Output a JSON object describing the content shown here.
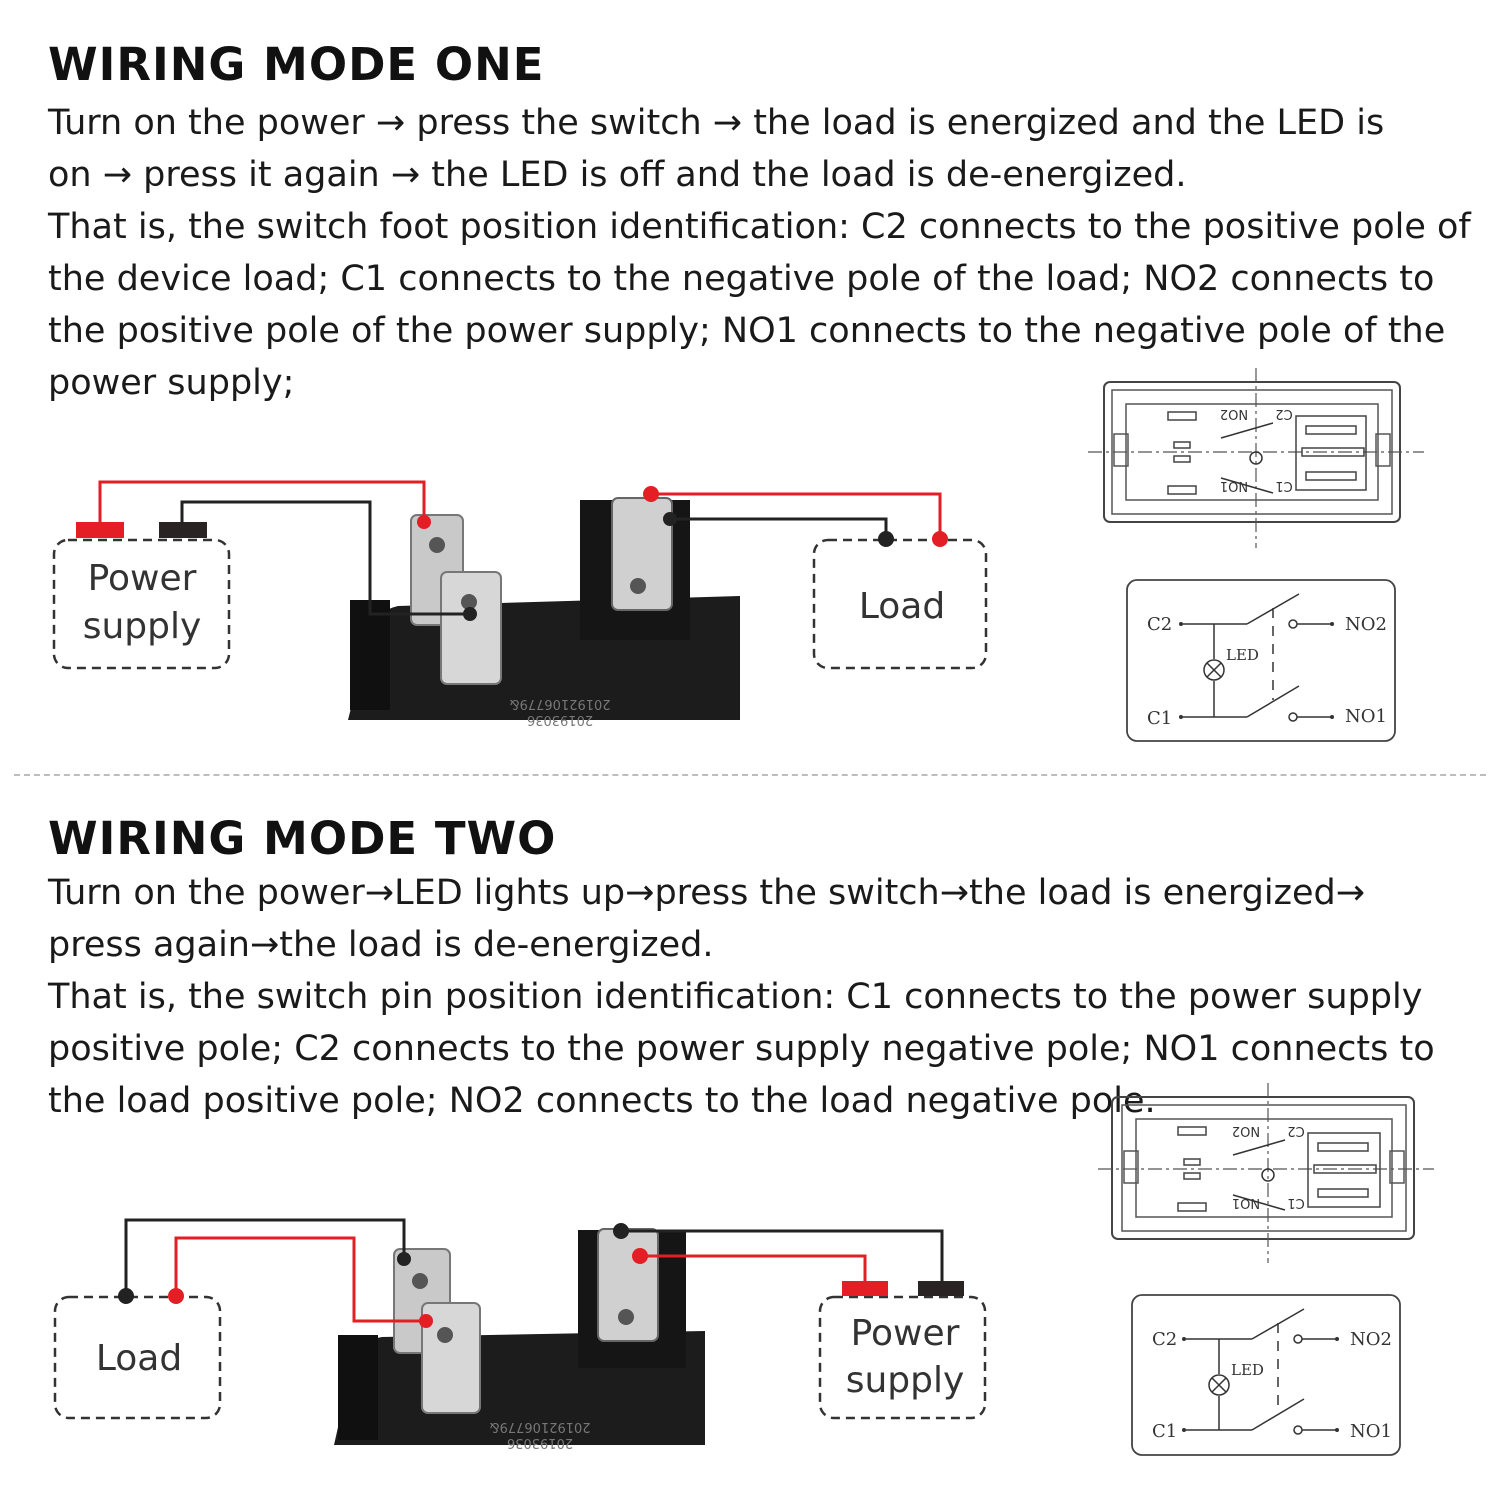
{
  "mode_one": {
    "title": "WIRING MODE ONE",
    "paragraph1": "Turn on the power → press the switch → the load is energized and the LED is on → press it again → the LED is off and the load is de-energized.",
    "paragraph2": "That is, the switch foot position identification: C2 connects to the positive pole of the device load; C1 connects to the negative pole of the load; NO2 connects to the positive pole of the power supply; NO1 connects to the negative pole of the power supply;",
    "power_label_line1": "Power",
    "power_label_line2": "supply",
    "load_label": "Load"
  },
  "mode_two": {
    "title": "WIRING MODE TWO",
    "paragraph1": "Turn on the power→LED lights up→press the switch→the load is energized→ press again→the load is de-energized.",
    "paragraph2": "That is, the switch pin position identification: C1 connects to the power supply positive pole; C2 connects to the power supply negative pole; NO1 connects to the load positive pole; NO2 connects to the load negative pole.",
    "power_label_line1": "Power",
    "power_label_line2": "supply",
    "load_label": "Load"
  },
  "schematic": {
    "c2": "C2",
    "c1": "C1",
    "no2": "NO2",
    "no1": "NO1",
    "led": "LED"
  },
  "footprint": {
    "no2": "NO2",
    "c2": "C2",
    "no1": "NO1",
    "c1": "C1"
  },
  "switch_body": {
    "print_line1": "20192106779&",
    "print_line2": "20193036"
  },
  "colors": {
    "positive_wire": "#e31e24",
    "negative_wire": "#222222"
  }
}
